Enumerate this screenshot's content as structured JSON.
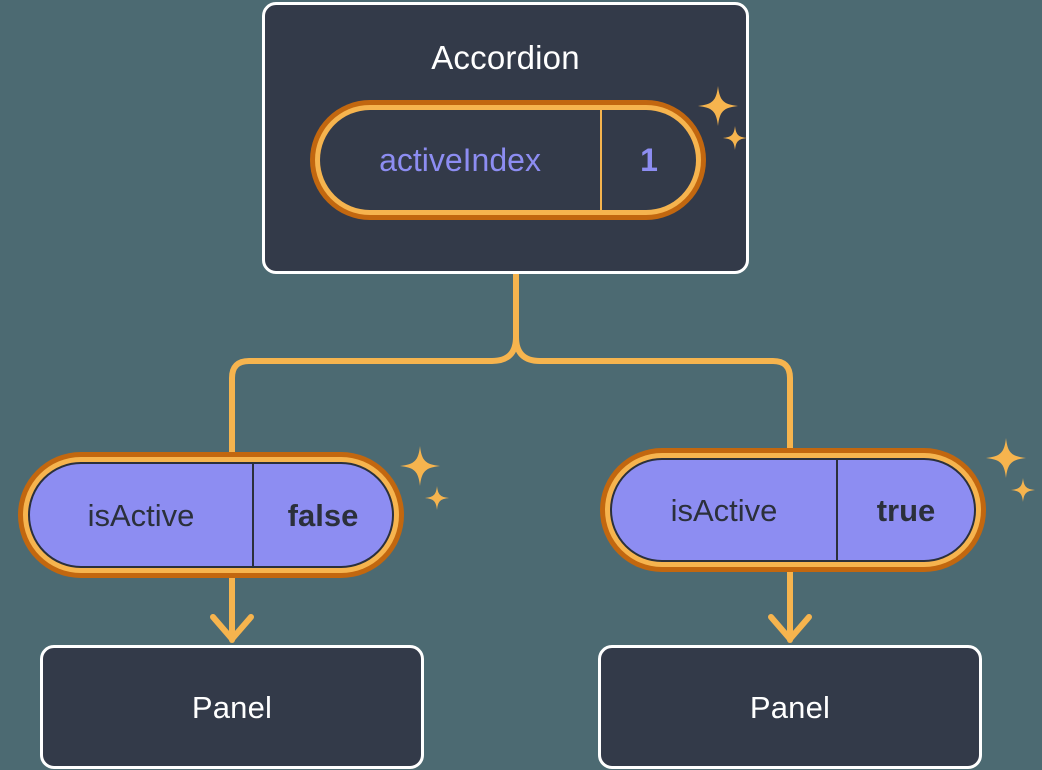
{
  "diagram": {
    "type": "component-state-tree",
    "background_color": "#4c6a72",
    "accent_colors": {
      "panel_fill": "#333a49",
      "panel_border": "#ffffff",
      "pill_outer_ring": "#c2670f",
      "pill_inner_ring": "#f6b44e",
      "pill_purple_fill": "#8d8df2",
      "state_text_purple": "#8d8df2",
      "state_text_dark": "#2b303b",
      "connector": "#f6b44e"
    }
  },
  "root": {
    "title": "Accordion",
    "state": {
      "key": "activeIndex",
      "value": "1"
    },
    "sparkle_name": "sparkle-icon"
  },
  "children": [
    {
      "state": {
        "key": "isActive",
        "value": "false"
      },
      "panel_title": "Panel",
      "sparkle_name": "sparkle-icon"
    },
    {
      "state": {
        "key": "isActive",
        "value": "true"
      },
      "panel_title": "Panel",
      "sparkle_name": "sparkle-icon"
    }
  ]
}
